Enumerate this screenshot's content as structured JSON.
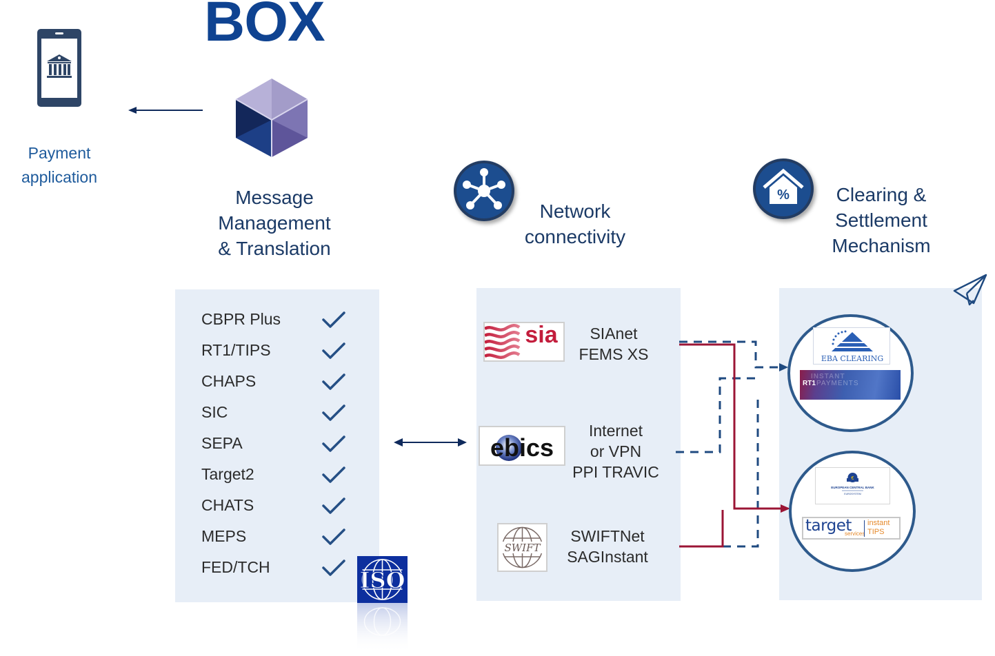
{
  "brand": {
    "logo_text": "BOX",
    "color": "#0f4391"
  },
  "payment_application": {
    "label_line1": "Payment",
    "label_line2": "application",
    "icon": "mobile-bank-icon"
  },
  "sections": {
    "message": {
      "title_line1": "Message",
      "title_line2": "Management",
      "title_line3": "& Translation",
      "icon": "cube-icon",
      "standards": [
        {
          "label": "CBPR Plus",
          "supported": true
        },
        {
          "label": "RT1/TIPS",
          "supported": true
        },
        {
          "label": "CHAPS",
          "supported": true
        },
        {
          "label": "SIC",
          "supported": true
        },
        {
          "label": "SEPA",
          "supported": true
        },
        {
          "label": "Target2",
          "supported": true
        },
        {
          "label": "CHATS",
          "supported": true
        },
        {
          "label": "MEPS",
          "supported": true
        },
        {
          "label": "FED/TCH",
          "supported": true
        }
      ],
      "badge": "ISO"
    },
    "network": {
      "title_line1": "Network",
      "title_line2": "connectivity",
      "icon": "network-hub-icon",
      "providers": [
        {
          "logo": "sia",
          "logo_text": "sia",
          "lines": [
            "SIAnet",
            "FEMS XS"
          ]
        },
        {
          "logo": "ebics",
          "logo_text": "ebics",
          "lines": [
            "Internet",
            "or VPN",
            "PPI TRAVIC"
          ]
        },
        {
          "logo": "swift",
          "logo_text": "SWIFT",
          "lines": [
            "SWIFTNet",
            "SAGInstant"
          ]
        }
      ]
    },
    "clearing": {
      "title_line1": "Clearing &",
      "title_line2": "Settlement",
      "title_line3": "Mechanism",
      "icon": "house-percent-icon",
      "corner_icon": "paper-plane-icon",
      "systems": [
        {
          "name": "EBA CLEARING",
          "sub_logo": "RT1",
          "sub_text": "INSTANT PAYMENTS"
        },
        {
          "name": "EUROPEAN CENTRAL BANK",
          "sub_name": "EUROSYSTEM",
          "sub_logo": "target",
          "sub_logo_small": "services",
          "sub_tag1": "instant",
          "sub_tag2": "TIPS"
        }
      ]
    }
  },
  "colors": {
    "navy": "#1b3a66",
    "panel": "#e7eef7",
    "dashed_line": "#1f4a80",
    "solid_line": "#9b1535",
    "check": "#254f85"
  }
}
